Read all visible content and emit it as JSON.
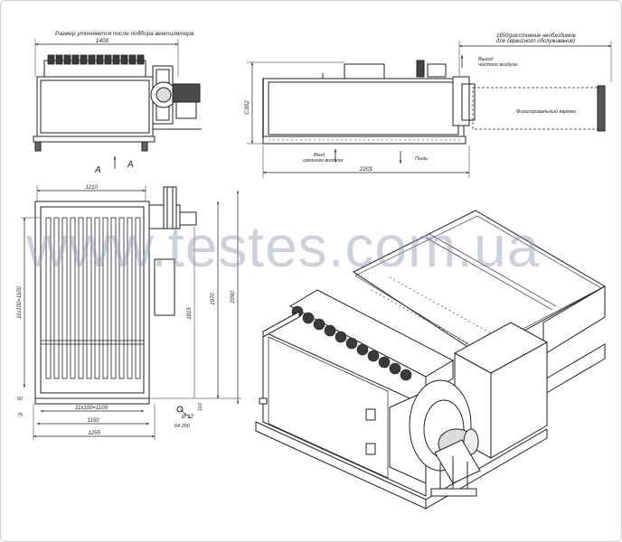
{
  "watermark": "www.testes.com.ua",
  "front_view": {
    "note": "Размер уточняется после подбора вентилятора",
    "width_dim": "1400",
    "section_label_left": "A",
    "section_label_right": "A"
  },
  "side_view": {
    "service_note_line1": "1650(расстояние необходимое",
    "service_note_line2": "для сервисного обслуживания)",
    "outlet_line1": "Выход",
    "outlet_line2": "чистого воздуха",
    "filter_label": "Фильтровальный карман",
    "height_dim": "С302",
    "inlet_line1": "Вход",
    "inlet_line2": "грязного воздуха",
    "dust_label": "Пыль",
    "length_dim": "2201"
  },
  "plan_view": {
    "top_dim": "1210",
    "left_dim": "11x100=1100",
    "inner_dim": "1815",
    "right_dim1": "1970",
    "right_dim2": "2090",
    "bottom_dim1": "11x100=1100",
    "bottom_dim2": "1150",
    "bottom_dim3": "1255",
    "left_small1": "50",
    "left_small2": "75",
    "hole_dim": "Ø 12",
    "hole_spacing": "64  200",
    "side_small": "110"
  }
}
